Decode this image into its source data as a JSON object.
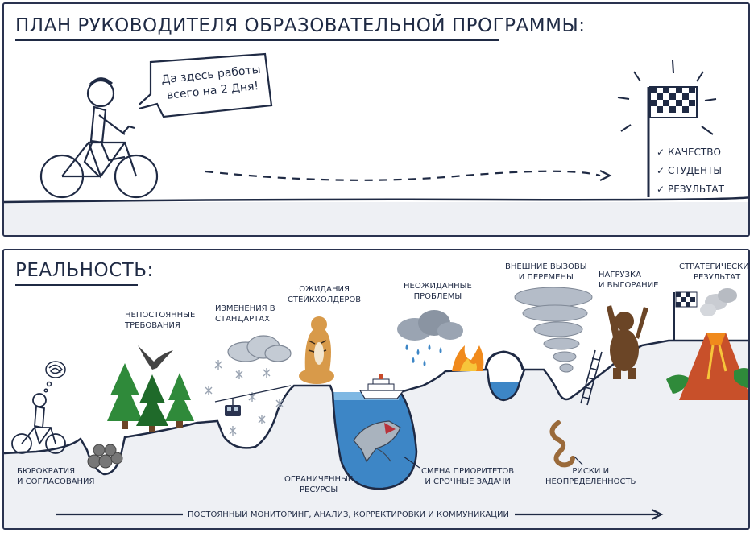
{
  "plan": {
    "title": "ПЛАН РУКОВОДИТЕЛЯ ОБРАЗОВАТЕЛЬНОЙ ПРОГРАММЫ:",
    "speech_line1": "Да здесь работы",
    "speech_line2": "всего на 2 Дня!",
    "checklist": [
      "КАЧЕСТВО",
      "СТУДЕНТЫ",
      "РЕЗУЛЬТАТ"
    ],
    "check_glyph": "✓"
  },
  "reality": {
    "title": "РЕАЛЬНОСТЬ:",
    "labels": {
      "bureaucracy_1": "БЮРОКРАТИЯ",
      "bureaucracy_2": "И СОГЛАСОВАНИЯ",
      "req_1": "НЕПОСТОЯННЫЕ",
      "req_2": "ТРЕБОВАНИЯ",
      "std_1": "ИЗМЕНЕНИЯ В",
      "std_2": "СТАНДАРТАХ",
      "stake_1": "ОЖИДАНИЯ",
      "stake_2": "СТЕЙКХОЛДЕРОВ",
      "unexp_1": "НЕОЖИДАННЫЕ",
      "unexp_2": "ПРОБЛЕМЫ",
      "ext_1": "ВНЕШНИЕ ВЫЗОВЫ",
      "ext_2": "И ПЕРЕМЕНЫ",
      "load_1": "НАГРУЗКА",
      "load_2": "И ВЫГОРАНИЕ",
      "strat_1": "СТРАТЕГИЧЕСКИЙ",
      "strat_2": "РЕЗУЛЬТАТ",
      "limited_1": "ОГРАНИЧЕННЫЕ",
      "limited_2": "РЕСУРСЫ",
      "prio_1": "СМЕНА ПРИОРИТЕТОВ",
      "prio_2": "И СРОЧНЫЕ ЗАДАЧИ",
      "risk_1": "РИСКИ И",
      "risk_2": "НЕОПРЕДЕЛЕННОСТЬ"
    },
    "bottom_caption": "ПОСТОЯННЫЙ МОНИТОРИНГ, АНАЛИЗ, КОРРЕКТИРОВКИ И КОММУНИКАЦИИ"
  },
  "colors": {
    "ink": "#1f2a44",
    "water": "#3d86c6",
    "water_light": "#7fb8e3",
    "tree": "#2f8a3a",
    "tree_dark": "#1f6a2a",
    "fire": "#f08a1c",
    "volcano": "#c8502a",
    "tiger": "#d89a4a",
    "bear": "#6b4526",
    "snake": "#9a6a3a",
    "cloud": "#9aa4b2",
    "rock": "#777777"
  }
}
